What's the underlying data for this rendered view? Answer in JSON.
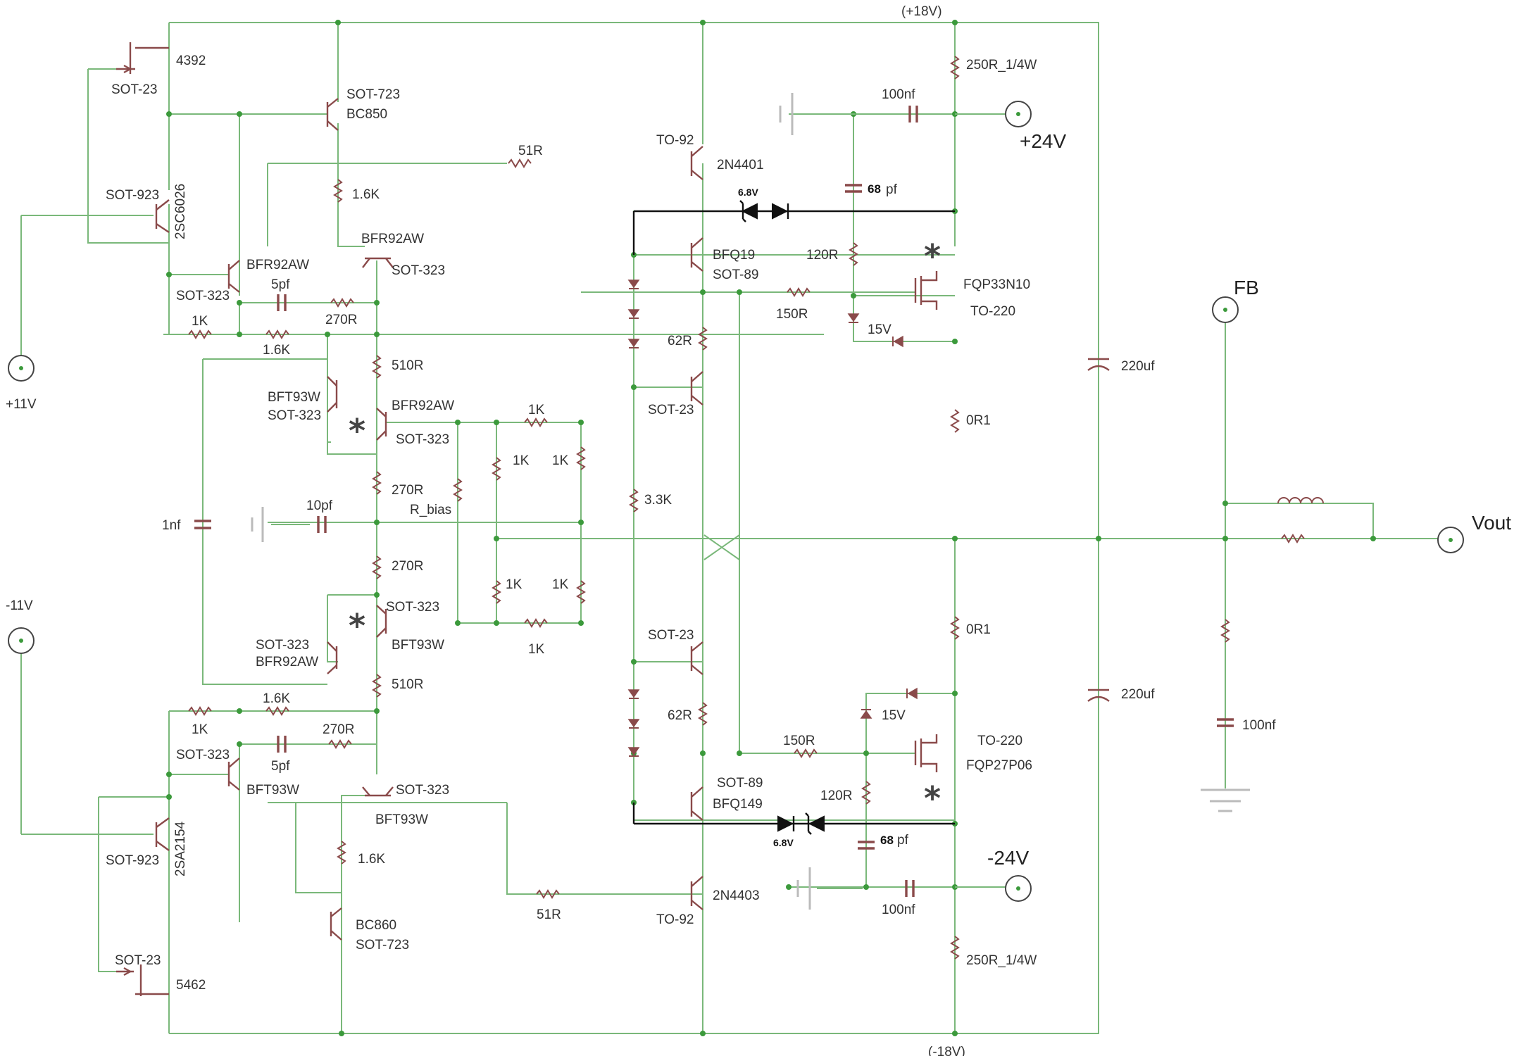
{
  "rails": {
    "pos18": "(+18V)",
    "neg18": "(-18V)"
  },
  "terminals": {
    "pos24": "+24V",
    "neg24": "-24V",
    "pos11": "+11V",
    "neg11": "-11V",
    "fb": "FB",
    "vout": "Vout"
  },
  "transistors": {
    "q4392": {
      "package": "SOT-23",
      "part": "4392"
    },
    "q5462": {
      "package": "SOT-23",
      "part": "5462"
    },
    "qbc850": {
      "package": "SOT-723",
      "part": "BC850"
    },
    "qbc860": {
      "part": "BC860",
      "package": "SOT-723"
    },
    "q2sc6026": {
      "package": "SOT-923",
      "part": "2SC6026"
    },
    "q2sa2154": {
      "package": "SOT-923",
      "part": "2SA2154"
    },
    "qbfr92_top_a": {
      "part": "BFR92AW",
      "package": "SOT-323"
    },
    "qbfr92_top_b": {
      "part": "BFR92AW",
      "package": "SOT-323"
    },
    "qbft93_bot_a": {
      "package": "SOT-323",
      "part": "BFT93W"
    },
    "qbft93_bot_b": {
      "package": "SOT-323",
      "part": "BFT93W"
    },
    "qbft93_mid": {
      "part": "BFT93W",
      "package": "SOT-323"
    },
    "qbfr92_mid": {
      "part": "BFR92AW",
      "package": "SOT-323"
    },
    "qbfr92_low": {
      "package": "SOT-323",
      "part": "BFR92AW"
    },
    "qbft93_low": {
      "package": "SOT-323",
      "part": "BFT93W"
    },
    "q2n4401": {
      "package": "TO-92",
      "part": "2N4401"
    },
    "q2n4403": {
      "part": "2N4403",
      "package": "TO-92"
    },
    "qbfq19": {
      "part": "BFQ19",
      "package": "SOT-89"
    },
    "qbfq149": {
      "package": "SOT-89",
      "part": "BFQ149"
    },
    "qsot23_up": {
      "package": "SOT-23"
    },
    "qsot23_dn": {
      "package": "SOT-23"
    },
    "mfqp33": {
      "part": "FQP33N10",
      "package": "TO-220"
    },
    "mfqp27": {
      "package": "TO-220",
      "part": "FQP27P06"
    }
  },
  "resistors": {
    "r250_top": "250R_1/4W",
    "r250_bot": "250R_1/4W",
    "r51_top": "51R",
    "r51_bot": "51R",
    "r1k6_top": "1.6K",
    "r1k6_bot": "1.6K",
    "r1k6_fb_top": "1.6K",
    "r1k6_fb_bot": "1.6K",
    "r1k_top": "1K",
    "r1k_bot": "1K",
    "r270_top": "270R",
    "r270_bot": "270R",
    "r510_top": "510R",
    "r510_bot": "510R",
    "r270_mid_a": "270R",
    "r270_mid_b": "270R",
    "rbias": "R_bias",
    "r1k_a": "1K",
    "r1k_b": "1K",
    "r1k_c": "1K",
    "r1k_d": "1K",
    "r1k_e": "1K",
    "r1k_f": "1K",
    "r3k3": "3.3K",
    "r62_top": "62R",
    "r62_bot": "62R",
    "r150_top": "150R",
    "r150_bot": "150R",
    "r120_top": "120R",
    "r120_bot": "120R",
    "r0r1_top": "0R1",
    "r0r1_bot": "0R1"
  },
  "capacitors": {
    "c100n_top": "100nf",
    "c100n_bot": "100nf",
    "c68_top_val": "68",
    "c68_top_unit": "pf",
    "c68_bot_val": "68",
    "c68_bot_unit": "pf",
    "c5p_top": "5pf",
    "c5p_bot": "5pf",
    "c1n": "1nf",
    "c10p": "10pf",
    "c220_top": "220uf",
    "c220_bot": "220uf",
    "c100n_out": "100nf"
  },
  "diodes": {
    "z68_top": "6.8V",
    "z68_bot": "6.8V",
    "z15_top": "15V",
    "z15_bot": "15V"
  },
  "markers": {
    "asterisk": "*"
  }
}
